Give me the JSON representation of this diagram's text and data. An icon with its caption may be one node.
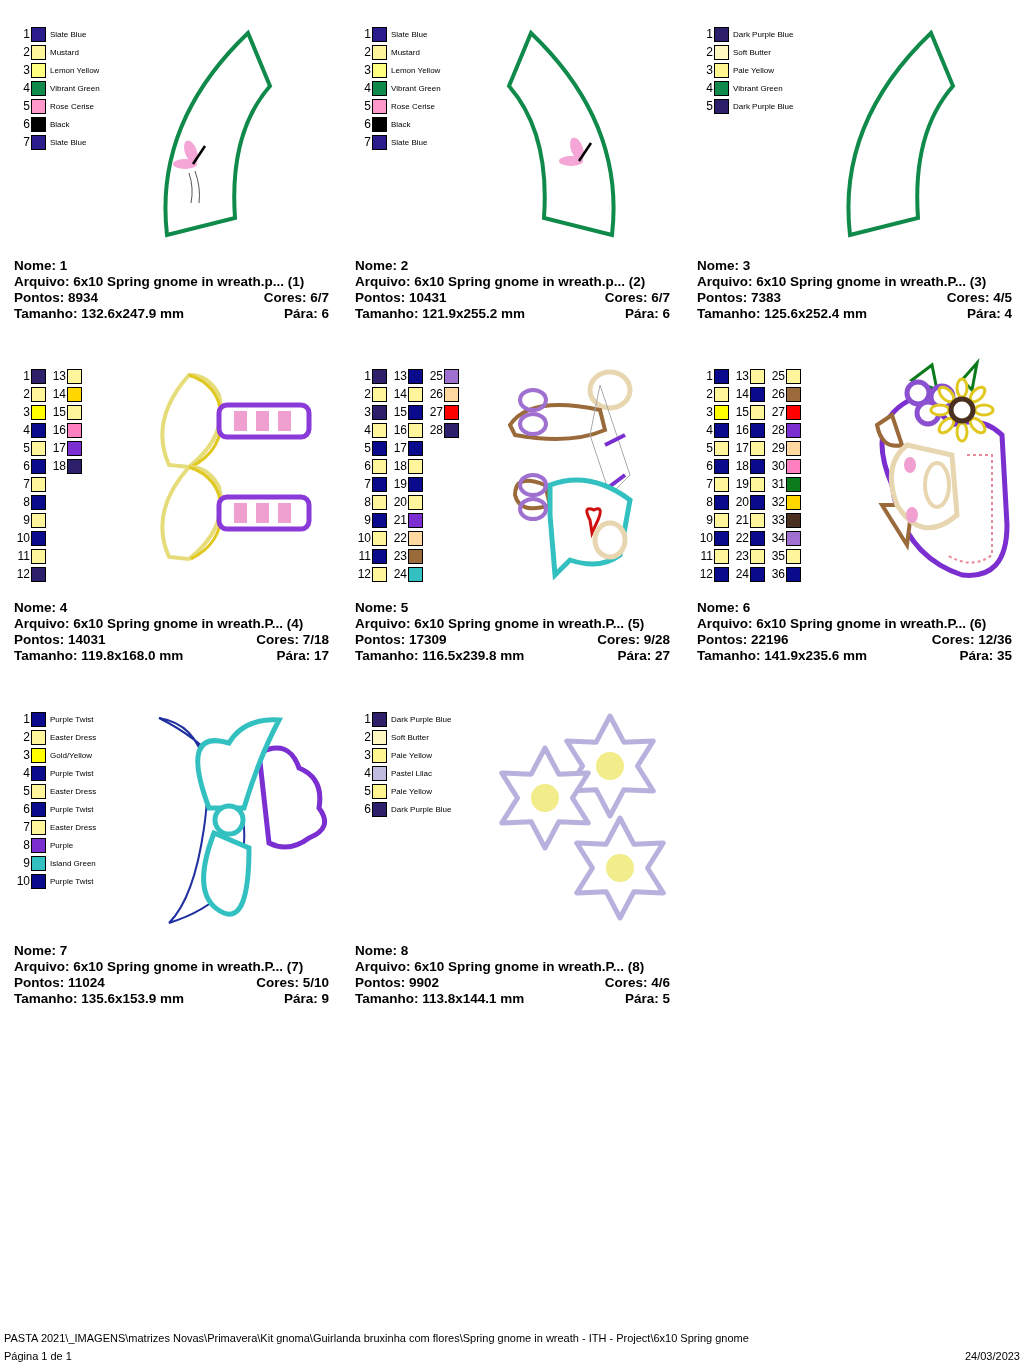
{
  "diagram": {
    "labels": [
      "Slate Blue",
      "Mustard",
      "Lemon Yellow",
      "Vibrant Green",
      "Rose Cerise",
      "Black",
      "Slate Blue",
      "Nome: 1",
      "Arquivo: 6x10 Spring gnome in wreath.p... (1)",
      "Pontos: 8934",
      "Cores: 6/7",
      "Tamanho: 132.6x247.9 mm",
      "Pára: 6",
      "Slate Blue",
      "Mustard",
      "Lemon Yellow",
      "Vibrant Green",
      "Rose Cerise",
      "Black",
      "Slate Blue",
      "Nome: 2",
      "Arquivo: 6x10 Spring gnome in wreath.p... (2)",
      "Pontos: 10431",
      "Cores: 6/7",
      "Tamanho: 121.9x255.2 mm",
      "Pára: 6",
      "Dark Purple Blue",
      "Soft Butter",
      "Pale Yellow",
      "Vibrant Green",
      "Dark Purple Blue",
      "Nome: 3",
      "Arquivo: 6x10 Spring gnome in wreath.P... (3)",
      "Pontos: 7383",
      "Cores: 4/5",
      "Tamanho: 125.6x252.4 mm",
      "Pára: 4",
      "Nome: 4",
      "Arquivo: 6x10 Spring gnome in wreath.P... (4)",
      "Pontos: 14031",
      "Cores: 7/18",
      "Tamanho: 119.8x168.0 mm",
      "Pára: 17",
      "Nome: 5",
      "Arquivo: 6x10 Spring gnome in wreath.P... (5)",
      "Pontos: 17309",
      "Cores: 9/28",
      "Tamanho: 116.5x239.8 mm",
      "Pára: 27",
      "Nome: 6",
      "Arquivo: 6x10 Spring gnome in wreath.P... (6)",
      "Pontos: 22196",
      "Cores: 12/36",
      "Tamanho: 141.9x235.6 mm",
      "Pára: 35",
      "Purple Twist",
      "Easter Dress",
      "Gold/Yellow",
      "Purple Twist",
      "Easter Dress",
      "Purple Twist",
      "Easter Dress",
      "Purple",
      "Island Green",
      "Purple Twist",
      "Nome: 7",
      "Arquivo: 6x10 Spring gnome in wreath.P... (7)",
      "Pontos: 11024",
      "Cores: 5/10",
      "Tamanho: 135.6x153.9 mm",
      "Pára: 9",
      "Dark Purple Blue",
      "Soft Butter",
      "Pale Yellow",
      "Pastel Lilac",
      "Pale Yellow",
      "Dark Purple Blue",
      "Nome: 8",
      "Arquivo: 6x10 Spring gnome in wreath.P... (8)",
      "Pontos: 9902",
      "Cores: 4/6",
      "Tamanho: 113.8x144.1 mm",
      "Pára: 5",
      "Página 1 de 1",
      "PASTA 2021\\_IMAGENS\\matrizes Novas\\Primavera\\Kit gnoma\\Guirlanda bruxinha com flores\\Spring gnome in wreath - ITH - Project\\6x10 Spring gnome",
      "24/03/2023"
    ],
    "legend": [
      {
        "text": "1",
        "color": "#2b1c8e"
      },
      {
        "text": "2",
        "color": "#fff59a"
      },
      {
        "text": "3",
        "color": "#ffff80"
      },
      {
        "text": "4",
        "color": "#108a4a"
      },
      {
        "text": "5",
        "color": "#ff99cc"
      },
      {
        "text": "6",
        "color": "#000000"
      },
      {
        "text": "7",
        "color": "#2b1c8e"
      },
      {
        "text": "1",
        "color": "#2b1c8e"
      },
      {
        "text": "2",
        "color": "#fff59a"
      },
      {
        "text": "3",
        "color": "#ffff80"
      },
      {
        "text": "4",
        "color": "#108a4a"
      },
      {
        "text": "5",
        "color": "#ff99cc"
      },
      {
        "text": "6",
        "color": "#000000"
      },
      {
        "text": "7",
        "color": "#2b1c8e"
      },
      {
        "text": "1",
        "color": "#2e1f6b"
      },
      {
        "text": "2",
        "color": "#fff8c0"
      },
      {
        "text": "3",
        "color": "#fff68f"
      },
      {
        "text": "4",
        "color": "#108a4a"
      },
      {
        "text": "5",
        "color": "#2e1f6b"
      },
      {
        "text": "1",
        "color": "#2e1f6b"
      },
      {
        "text": "2",
        "color": "#fff59a"
      },
      {
        "text": "3",
        "color": "#ffff00"
      },
      {
        "text": "4",
        "color": "#0a0a8c"
      },
      {
        "text": "5",
        "color": "#fff59a"
      },
      {
        "text": "6",
        "color": "#0a0a8c"
      },
      {
        "text": "7",
        "color": "#fff59a"
      },
      {
        "text": "8",
        "color": "#0a0a8c"
      },
      {
        "text": "9",
        "color": "#fff59a"
      },
      {
        "text": "10",
        "color": "#0a0a8c"
      },
      {
        "text": "11",
        "color": "#fff59a"
      },
      {
        "text": "12",
        "color": "#2e1f6b"
      },
      {
        "text": "13",
        "color": "#fff59a"
      },
      {
        "text": "14",
        "color": "#ffd700"
      },
      {
        "text": "15",
        "color": "#fff59a"
      },
      {
        "text": "16",
        "color": "#ff80c0"
      },
      {
        "text": "17",
        "color": "#7b2fd0"
      },
      {
        "text": "18",
        "color": "#2e1f6b"
      },
      {
        "text": "1",
        "color": "#2e1f6b"
      },
      {
        "text": "2",
        "color": "#fff59a"
      },
      {
        "text": "3",
        "color": "#2e1f6b"
      },
      {
        "text": "4",
        "color": "#fff59a"
      },
      {
        "text": "5",
        "color": "#0a0a8c"
      },
      {
        "text": "6",
        "color": "#fff59a"
      },
      {
        "text": "7",
        "color": "#0a0a8c"
      },
      {
        "text": "8",
        "color": "#fff59a"
      },
      {
        "text": "9",
        "color": "#0a0a8c"
      },
      {
        "text": "10",
        "color": "#fff59a"
      },
      {
        "text": "11",
        "color": "#0a0a8c"
      },
      {
        "text": "12",
        "color": "#fff59a"
      },
      {
        "text": "13",
        "color": "#0a0a8c"
      },
      {
        "text": "14",
        "color": "#fff59a"
      },
      {
        "text": "15",
        "color": "#0a0a8c"
      },
      {
        "text": "16",
        "color": "#fff59a"
      },
      {
        "text": "17",
        "color": "#0a0a8c"
      },
      {
        "text": "18",
        "color": "#fff59a"
      },
      {
        "text": "19",
        "color": "#0a0a8c"
      },
      {
        "text": "20",
        "color": "#fff59a"
      },
      {
        "text": "21",
        "color": "#7b2fd0"
      },
      {
        "text": "22",
        "color": "#ffd8a0"
      },
      {
        "text": "23",
        "color": "#9a6a3a"
      },
      {
        "text": "24",
        "color": "#33c0c0"
      },
      {
        "text": "25",
        "color": "#a070d0"
      },
      {
        "text": "26",
        "color": "#ffd8a0"
      },
      {
        "text": "27",
        "color": "#ff0000"
      },
      {
        "text": "28",
        "color": "#2e1f6b"
      },
      {
        "text": "1",
        "color": "#0a0a8c"
      },
      {
        "text": "2",
        "color": "#fff59a"
      },
      {
        "text": "3",
        "color": "#ffff00"
      },
      {
        "text": "4",
        "color": "#0a0a8c"
      },
      {
        "text": "5",
        "color": "#fff59a"
      },
      {
        "text": "6",
        "color": "#0a0a8c"
      },
      {
        "text": "7",
        "color": "#fff59a"
      },
      {
        "text": "8",
        "color": "#0a0a8c"
      },
      {
        "text": "9",
        "color": "#fff59a"
      },
      {
        "text": "10",
        "color": "#0a0a8c"
      },
      {
        "text": "11",
        "color": "#fff59a"
      },
      {
        "text": "12",
        "color": "#0a0a8c"
      },
      {
        "text": "13",
        "color": "#fff59a"
      },
      {
        "text": "14",
        "color": "#0a0a8c"
      },
      {
        "text": "15",
        "color": "#fff59a"
      },
      {
        "text": "16",
        "color": "#0a0a8c"
      },
      {
        "text": "17",
        "color": "#fff59a"
      },
      {
        "text": "18",
        "color": "#0a0a8c"
      },
      {
        "text": "19",
        "color": "#fff59a"
      },
      {
        "text": "20",
        "color": "#0a0a8c"
      },
      {
        "text": "21",
        "color": "#fff59a"
      },
      {
        "text": "22",
        "color": "#0a0a8c"
      },
      {
        "text": "23",
        "color": "#fff59a"
      },
      {
        "text": "24",
        "color": "#0a0a8c"
      },
      {
        "text": "25",
        "color": "#fff59a"
      },
      {
        "text": "26",
        "color": "#9a6a3a"
      },
      {
        "text": "27",
        "color": "#ff0000"
      },
      {
        "text": "28",
        "color": "#7b2fd0"
      },
      {
        "text": "29",
        "color": "#ffd8a0"
      },
      {
        "text": "30",
        "color": "#ff80c0"
      },
      {
        "text": "31",
        "color": "#0a7a1a"
      },
      {
        "text": "32",
        "color": "#ffd700"
      },
      {
        "text": "33",
        "color": "#4a3020"
      },
      {
        "text": "34",
        "color": "#a070d0"
      },
      {
        "text": "35",
        "color": "#fff59a"
      },
      {
        "text": "36",
        "color": "#0a0a8c"
      },
      {
        "text": "1",
        "color": "#0a0a8c"
      },
      {
        "text": "2",
        "color": "#fff59a"
      },
      {
        "text": "3",
        "color": "#ffff00"
      },
      {
        "text": "4",
        "color": "#0a0a8c"
      },
      {
        "text": "5",
        "color": "#fff59a"
      },
      {
        "text": "6",
        "color": "#0a0a8c"
      },
      {
        "text": "7",
        "color": "#fff59a"
      },
      {
        "text": "8",
        "color": "#7b2fd0"
      },
      {
        "text": "9",
        "color": "#33c0c0"
      },
      {
        "text": "10",
        "color": "#0a0a8c"
      },
      {
        "text": "1",
        "color": "#2e1f6b"
      },
      {
        "text": "2",
        "color": "#fff8c0"
      },
      {
        "text": "3",
        "color": "#fff68f"
      },
      {
        "text": "4",
        "color": "#c0bce0"
      },
      {
        "text": "5",
        "color": "#fff68f"
      },
      {
        "text": "6",
        "color": "#2e1f6b"
      }
    ]
  }
}
